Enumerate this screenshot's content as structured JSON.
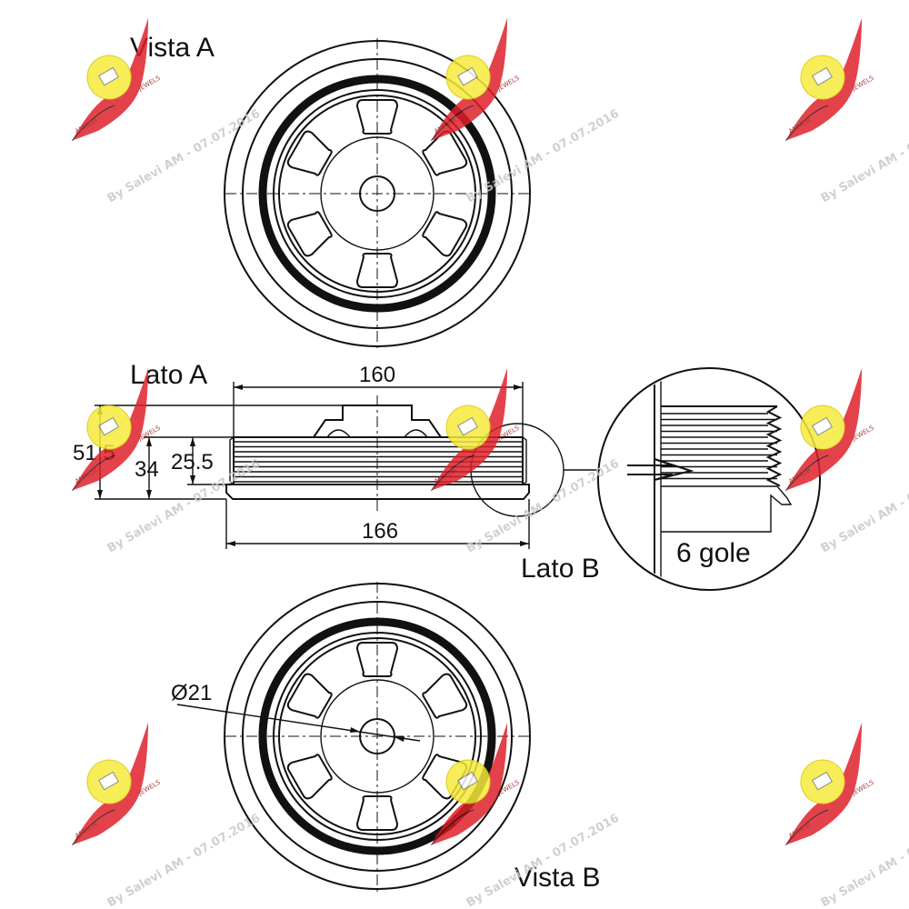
{
  "labels": {
    "view_a": "Vista A",
    "view_b": "Vista B",
    "side_a": "Lato A",
    "side_b": "Lato B",
    "grooves": "6 gole"
  },
  "dimensions": {
    "top_width": "160",
    "bottom_width": "166",
    "total_height": "51.5",
    "mid_height": "34",
    "groove_height": "25.5",
    "bore_diameter": "Ø21"
  },
  "watermark": {
    "text": "By Salevi AM - 07.07.2016",
    "logo_left": "AMMOR",
    "logo_right": "JEWELS"
  },
  "colors": {
    "line": "#111111",
    "watermark_wing": "#e0202a",
    "watermark_badge": "#f6ea3a",
    "watermark_text": "#c8c8c8"
  }
}
